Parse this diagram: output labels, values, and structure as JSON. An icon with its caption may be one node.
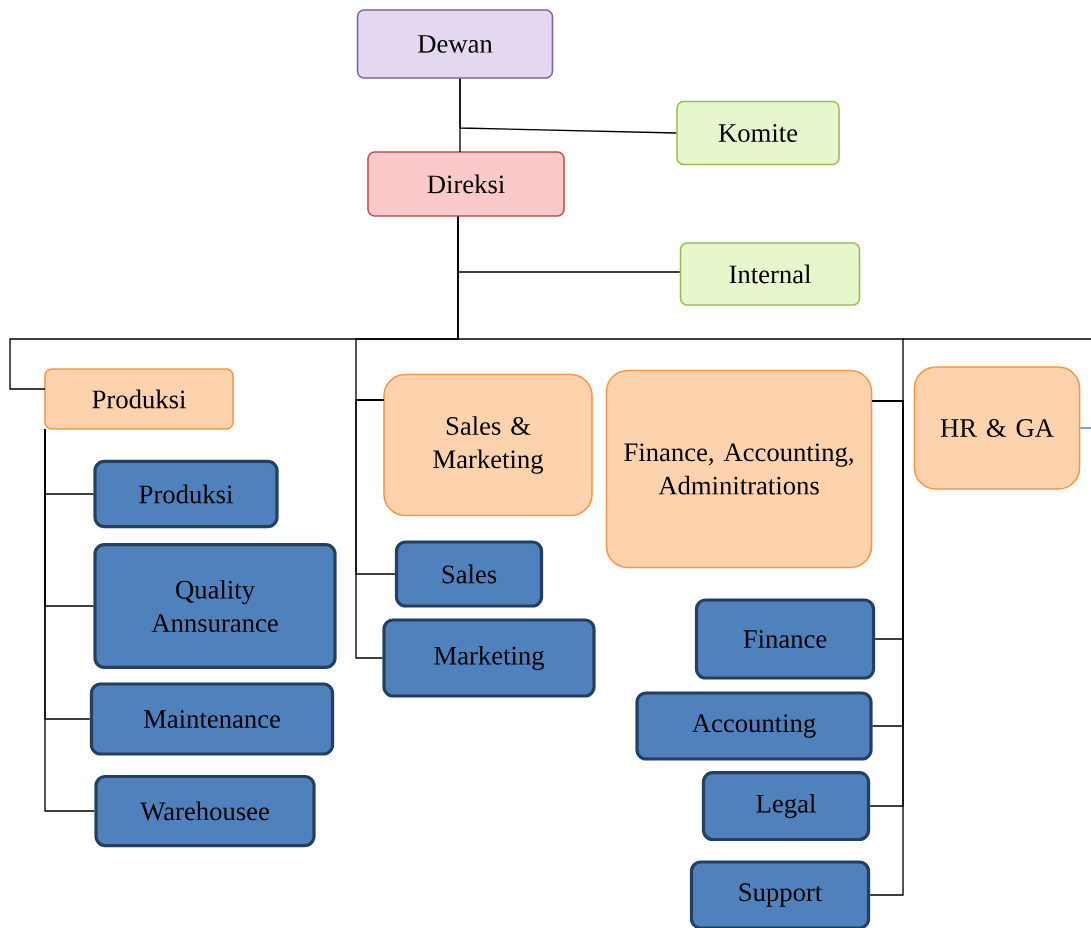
{
  "diagram": {
    "nodes": [
      {
        "text": [
          "Dewan"
        ]
      },
      {
        "text": [
          "Komite"
        ]
      },
      {
        "text": [
          "Direksi"
        ]
      },
      {
        "text": [
          "Internal"
        ]
      },
      {
        "text": [
          "Produksi"
        ]
      },
      {
        "text": [
          "Sales & Marketing"
        ]
      },
      {
        "text": [
          "Finance, Accounting, Adminitrations"
        ]
      },
      {
        "text": [
          "HR & GA"
        ]
      },
      {
        "text": [
          "Produksi"
        ]
      },
      {
        "text": [
          "Quality Annsurance"
        ]
      },
      {
        "text": [
          "Maintenance"
        ]
      },
      {
        "text": [
          "Warehousee"
        ]
      },
      {
        "text": [
          "Sales"
        ]
      },
      {
        "text": [
          "Marketing"
        ]
      },
      {
        "text": [
          "Finance"
        ]
      },
      {
        "text": [
          "Accounting"
        ]
      },
      {
        "text": [
          "Legal"
        ]
      },
      {
        "text": [
          "Support"
        ]
      }
    ],
    "edges": [
      {
        "from": 0,
        "to": 2,
        "arrow": "none"
      },
      {
        "from": 0,
        "to": 1,
        "arrow": "none"
      },
      {
        "from": 2,
        "to": 3,
        "arrow": "none"
      },
      {
        "from": 2,
        "to": 4,
        "arrow": "none"
      },
      {
        "from": 2,
        "to": 5,
        "arrow": "none"
      },
      {
        "from": 2,
        "to": 6,
        "arrow": "none"
      },
      {
        "from": 4,
        "to": 8,
        "arrow": "none"
      },
      {
        "from": 4,
        "to": 9,
        "arrow": "none"
      },
      {
        "from": 4,
        "to": 10,
        "arrow": "none"
      },
      {
        "from": 4,
        "to": 11,
        "arrow": "none"
      },
      {
        "from": 5,
        "to": 12,
        "arrow": "none"
      },
      {
        "from": 5,
        "to": 13,
        "arrow": "none"
      },
      {
        "from": 6,
        "to": 14,
        "arrow": "none"
      },
      {
        "from": 6,
        "to": 15,
        "arrow": "none"
      },
      {
        "from": 6,
        "to": 16,
        "arrow": "none"
      },
      {
        "from": 6,
        "to": 17,
        "arrow": "none"
      },
      {
        "from": 7,
        "to": null,
        "arrow": "none",
        "color": "#4f81bd"
      }
    ]
  }
}
